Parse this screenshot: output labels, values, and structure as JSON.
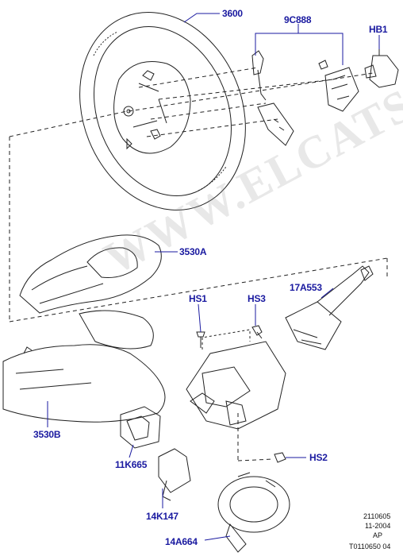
{
  "watermark": "WWW.ELCATS.RU",
  "callouts": {
    "c3600": "3600",
    "c9c888": "9C888",
    "chb1": "HB1",
    "c3530a": "3530A",
    "c17a553": "17A553",
    "chs1": "HS1",
    "chs3": "HS3",
    "c3530b": "3530B",
    "c11k665": "11K665",
    "chs2": "HS2",
    "c14k147": "14K147",
    "c14a664": "14A664"
  },
  "footer": {
    "code": "2110605",
    "date": "11-2004",
    "flag": "AP",
    "ref": "T0110650 04"
  },
  "colors": {
    "callout": "#1a1aa0",
    "line": "#222222",
    "leader": "#1a1aa0"
  }
}
